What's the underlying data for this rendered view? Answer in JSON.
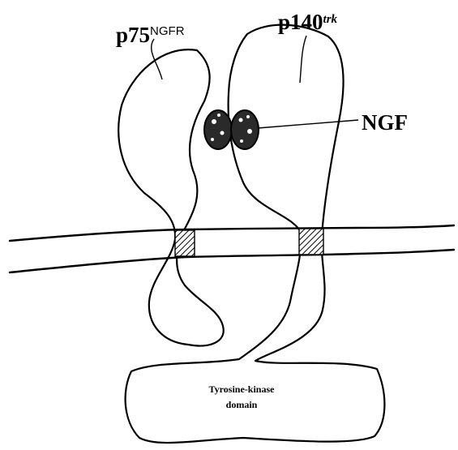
{
  "diagram": {
    "receptor_a": {
      "name": "p75",
      "superscript": "NGFR"
    },
    "receptor_b": {
      "name": "p140",
      "superscript": "trk"
    },
    "ligand_label": "NGF",
    "domain_label_line1": "Tyrosine-kinase",
    "domain_label_line2": "domain"
  },
  "colors": {
    "ink": "#000000",
    "background": "#ffffff"
  }
}
